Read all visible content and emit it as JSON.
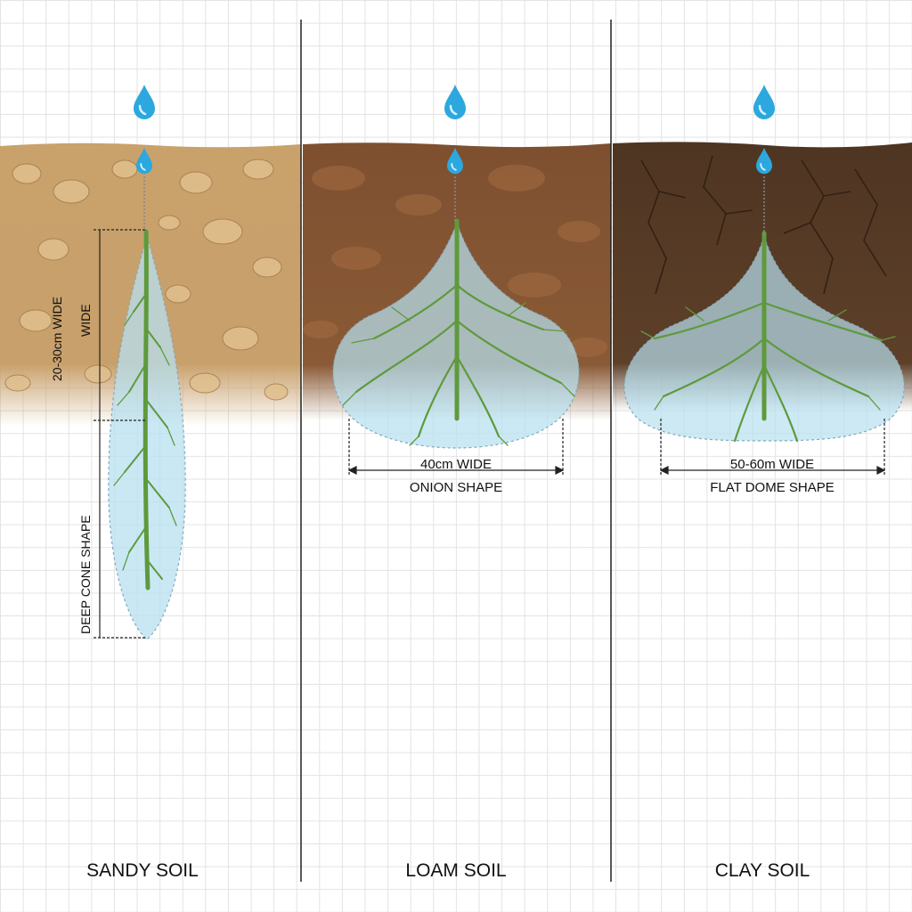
{
  "panels": [
    {
      "id": "sandy",
      "label": "SANDY SOIL",
      "width_label": "20-30cm WIDE",
      "width_label_extra": "WIDE",
      "shape_label": "DEEP CONE SHAPE",
      "soil_color": "#c7a06d"
    },
    {
      "id": "loam",
      "label": "LOAM SOIL",
      "width_label": "40cm WIDE",
      "shape_label": "ONION SHAPE",
      "soil_color": "#8a5a38"
    },
    {
      "id": "clay",
      "label": "CLAY SOIL",
      "width_label": "50-60m WIDE",
      "shape_label": "FLAT DOME SHAPE",
      "soil_color": "#5d4029"
    }
  ],
  "colors": {
    "water_drop": "#2da8df",
    "wetted_zone": "#b7e0f0",
    "root": "#5e9a3c",
    "divider": "#222222"
  },
  "icons": [
    "water-drop-icon"
  ]
}
